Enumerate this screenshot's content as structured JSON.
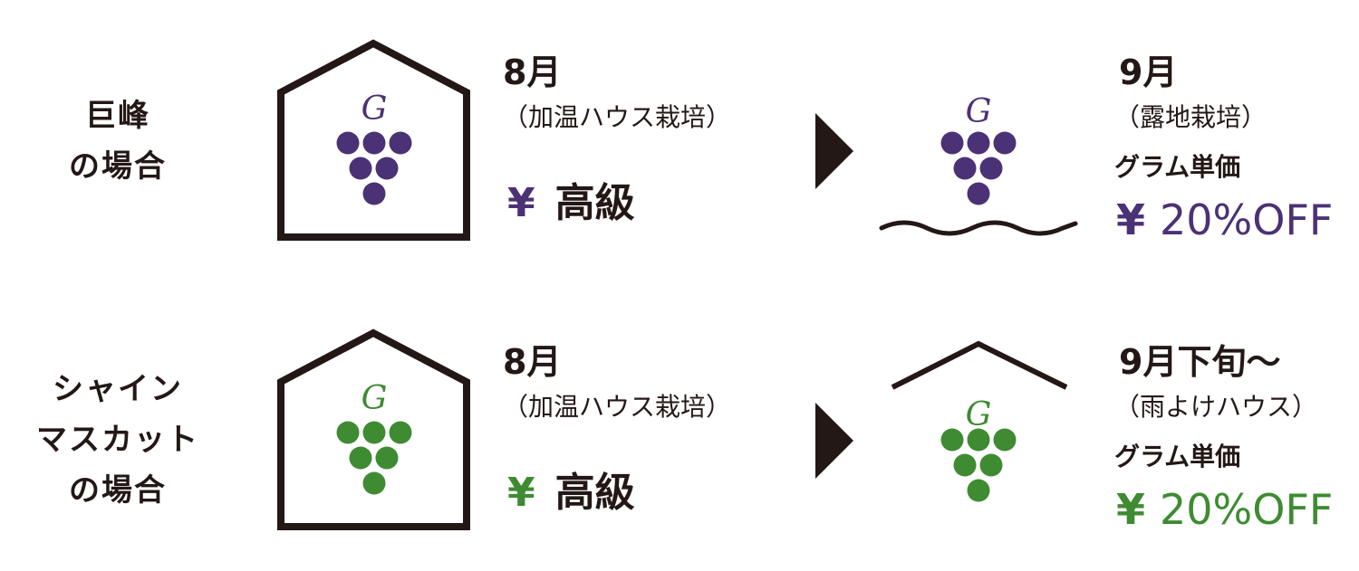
{
  "colors": {
    "outline": "#231815",
    "kyoho": "#4b3175",
    "muscat": "#3e8b32"
  },
  "rows": [
    {
      "label": "巨峰\nの場合",
      "left": {
        "month": "8月",
        "method": "（加温ハウス栽培）",
        "price_symbol": "¥",
        "price_text": "高級"
      },
      "right": {
        "month": "9月",
        "method": "（露地栽培）",
        "unit_price": "グラム単価",
        "price_symbol": "¥",
        "discount": "20%OFF"
      },
      "icons": {
        "left": "greenhouse-icon",
        "right": "open-field-icon",
        "grape": "grape-icon",
        "arrow": "arrow-right-icon"
      }
    },
    {
      "label": "シャイン\nマスカット\nの場合",
      "left": {
        "month": "8月",
        "method": "（加温ハウス栽培）",
        "price_symbol": "¥",
        "price_text": "高級"
      },
      "right": {
        "month": "9月下旬～",
        "method": "（雨よけハウス）",
        "unit_price": "グラム単価",
        "price_symbol": "¥",
        "discount": "20%OFF"
      },
      "icons": {
        "left": "greenhouse-icon",
        "right": "rain-shelter-icon",
        "grape": "grape-icon",
        "arrow": "arrow-right-icon"
      }
    }
  ]
}
